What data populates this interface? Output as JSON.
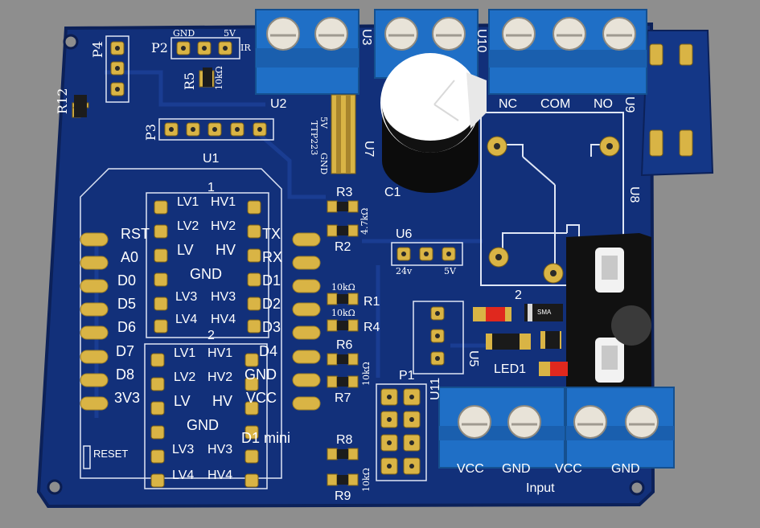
{
  "board": {
    "colors": {
      "background": "#8e8e8e",
      "pcb": "#12307a",
      "pcb_edge": "#0c2159",
      "silk": "#ffffff",
      "pad": "#d9b445",
      "terminal_blue": "#1f6fc6",
      "relay_black": "#111111",
      "led_red": "#e0281e"
    },
    "component_labels": {
      "p4": "P4",
      "r12": "R12",
      "p2": "P2",
      "p2_gnd": "GND",
      "p2_5v": "5V",
      "p2_ir": "IR",
      "r5": "R5",
      "r5_val": "10kΩ",
      "p3": "P3",
      "u1": "U1",
      "u2": "U2",
      "u3": "U3",
      "u10": "U10",
      "u9": "U9",
      "u8": "U8",
      "u7": "U7",
      "u7_5v": "5V",
      "u7_ttp": "TTP223",
      "u7_gnd": "GND",
      "c1": "C1",
      "r3": "R3",
      "r2": "R2",
      "r3_val": "4.7kΩ",
      "u6": "U6",
      "u6_24v": "24v",
      "u6_5v": "5V",
      "r1": "R1",
      "r4": "R4",
      "r1_val": "10kΩ",
      "r4_val": "10kΩ",
      "r6": "R6",
      "r7": "R7",
      "r67_val": "10kΩ",
      "r8": "R8",
      "r9": "R9",
      "r89_val": "10kΩ",
      "p1": "P1",
      "u5": "U5",
      "u11": "U11",
      "led1": "LED1",
      "led2": "2",
      "diode": "SMA",
      "relay_nc": "NC",
      "relay_com": "COM",
      "relay_no": "NO",
      "reset": "RESET",
      "d1mini": "D1 mini",
      "shifter1": "1",
      "shifter2": "2",
      "input": "Input"
    },
    "wemos_pins_left": [
      "RST",
      "A0",
      "D0",
      "D5",
      "D6",
      "D7",
      "D8",
      "3V3"
    ],
    "wemos_pins_right": [
      "TX",
      "RX",
      "D1",
      "D2",
      "D3",
      "D4",
      "GND",
      "VCC"
    ],
    "shifter1_rows": [
      {
        "l": "LV1",
        "r": "HV1"
      },
      {
        "l": "LV2",
        "r": "HV2"
      },
      {
        "l": "LV",
        "r": "HV"
      },
      {
        "l": "GND",
        "r": ""
      },
      {
        "l": "LV3",
        "r": "HV3"
      },
      {
        "l": "LV4",
        "r": "HV4"
      }
    ],
    "shifter2_rows": [
      {
        "l": "LV1",
        "r": "HV1"
      },
      {
        "l": "LV2",
        "r": "HV2"
      },
      {
        "l": "LV",
        "r": "HV"
      },
      {
        "l": "GND",
        "r": ""
      },
      {
        "l": "LV3",
        "r": "HV3"
      },
      {
        "l": "LV4",
        "r": "HV4"
      }
    ],
    "input_terminals": [
      "VCC",
      "GND",
      "VCC",
      "GND"
    ]
  }
}
